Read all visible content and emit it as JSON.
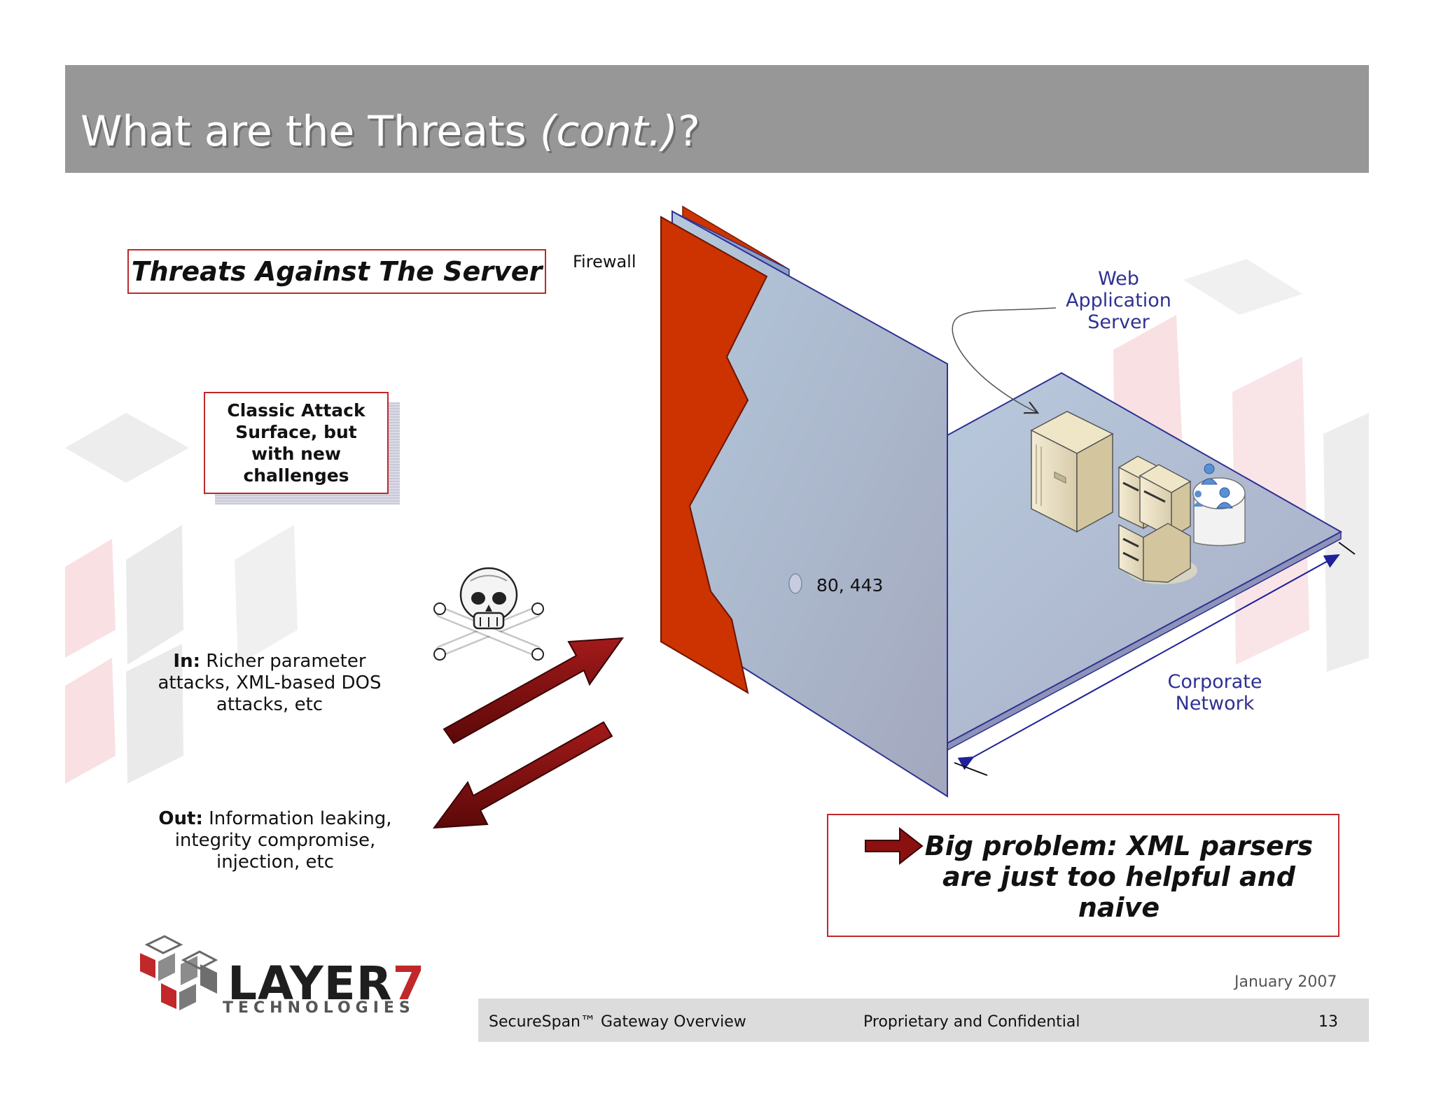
{
  "slide": {
    "title_main": "What are the Threats ",
    "title_italic": "(cont.)",
    "title_end": "?"
  },
  "left": {
    "threats_box": "Threats Against The Server",
    "classic_lines": [
      "Classic Attack",
      "Surface, but",
      "with new",
      "challenges"
    ],
    "in_label": "In:",
    "in_text_1": " Richer parameter",
    "in_text_2": "attacks, XML-based DOS",
    "in_text_3": "attacks, etc",
    "out_label": "Out:",
    "out_text_1": " Information leaking,",
    "out_text_2": "integrity compromise,",
    "out_text_3": "injection, etc"
  },
  "diagram": {
    "firewall_label": "Firewall",
    "port_label": "80, 443",
    "web_server_lines": [
      "Web",
      "Application",
      "Server"
    ],
    "corporate_lines": [
      "Corporate",
      "Network"
    ],
    "icons": [
      "skull-crossbones-icon",
      "server-tower-icon",
      "server-rack-icon",
      "database-users-icon"
    ],
    "colors": {
      "firewall": "#cc3300",
      "arrow": "#8b1010",
      "network": "#aab8d2",
      "label_blue": "#2e3192"
    }
  },
  "callout": {
    "big_problem_lines": [
      "Big problem: XML parsers",
      "are just too helpful and",
      "naive"
    ]
  },
  "footer": {
    "date": "January 2007",
    "product": "SecureSpan™ Gateway Overview",
    "confidential": "Proprietary and Confidential",
    "page_number": "13",
    "logo_word": "LAYER",
    "logo_seven": "7",
    "logo_sub": "TECHNOLOGIES"
  }
}
